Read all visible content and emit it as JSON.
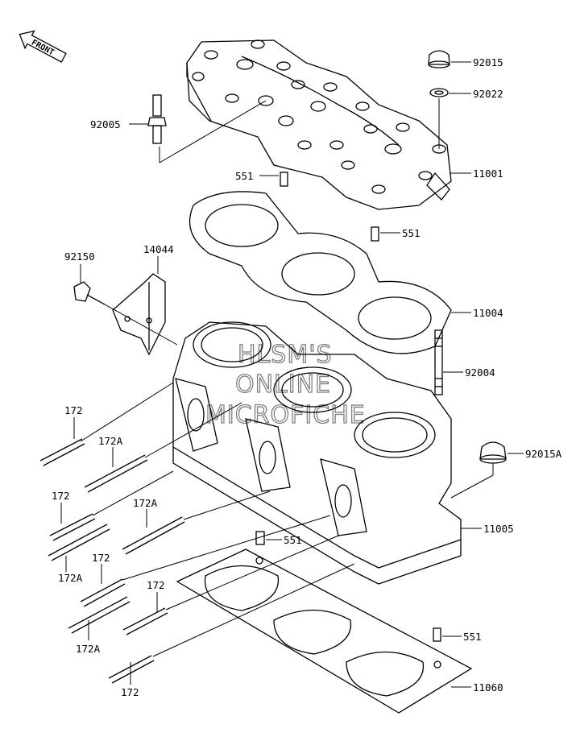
{
  "front_tag": "FRONT",
  "watermark": [
    "HLSM'S",
    "ONLINE",
    "MICROFICHE"
  ],
  "callouts": {
    "c92015": "92015",
    "c92022": "92022",
    "c92005": "92005",
    "c11001": "11001",
    "c551a": "551",
    "c551b": "551",
    "c92150": "92150",
    "c14044": "14044",
    "c11004": "11004",
    "c92004": "92004",
    "c172a": "172",
    "c172Aa": "172A",
    "c92015A": "92015A",
    "c172b": "172",
    "c172Ab": "172A",
    "c11005": "11005",
    "c172Ac": "172A",
    "c551c": "551",
    "c172c": "172",
    "c172d": "172",
    "c172Ad": "172A",
    "c551d": "551",
    "c172e": "172",
    "c11060": "11060"
  }
}
